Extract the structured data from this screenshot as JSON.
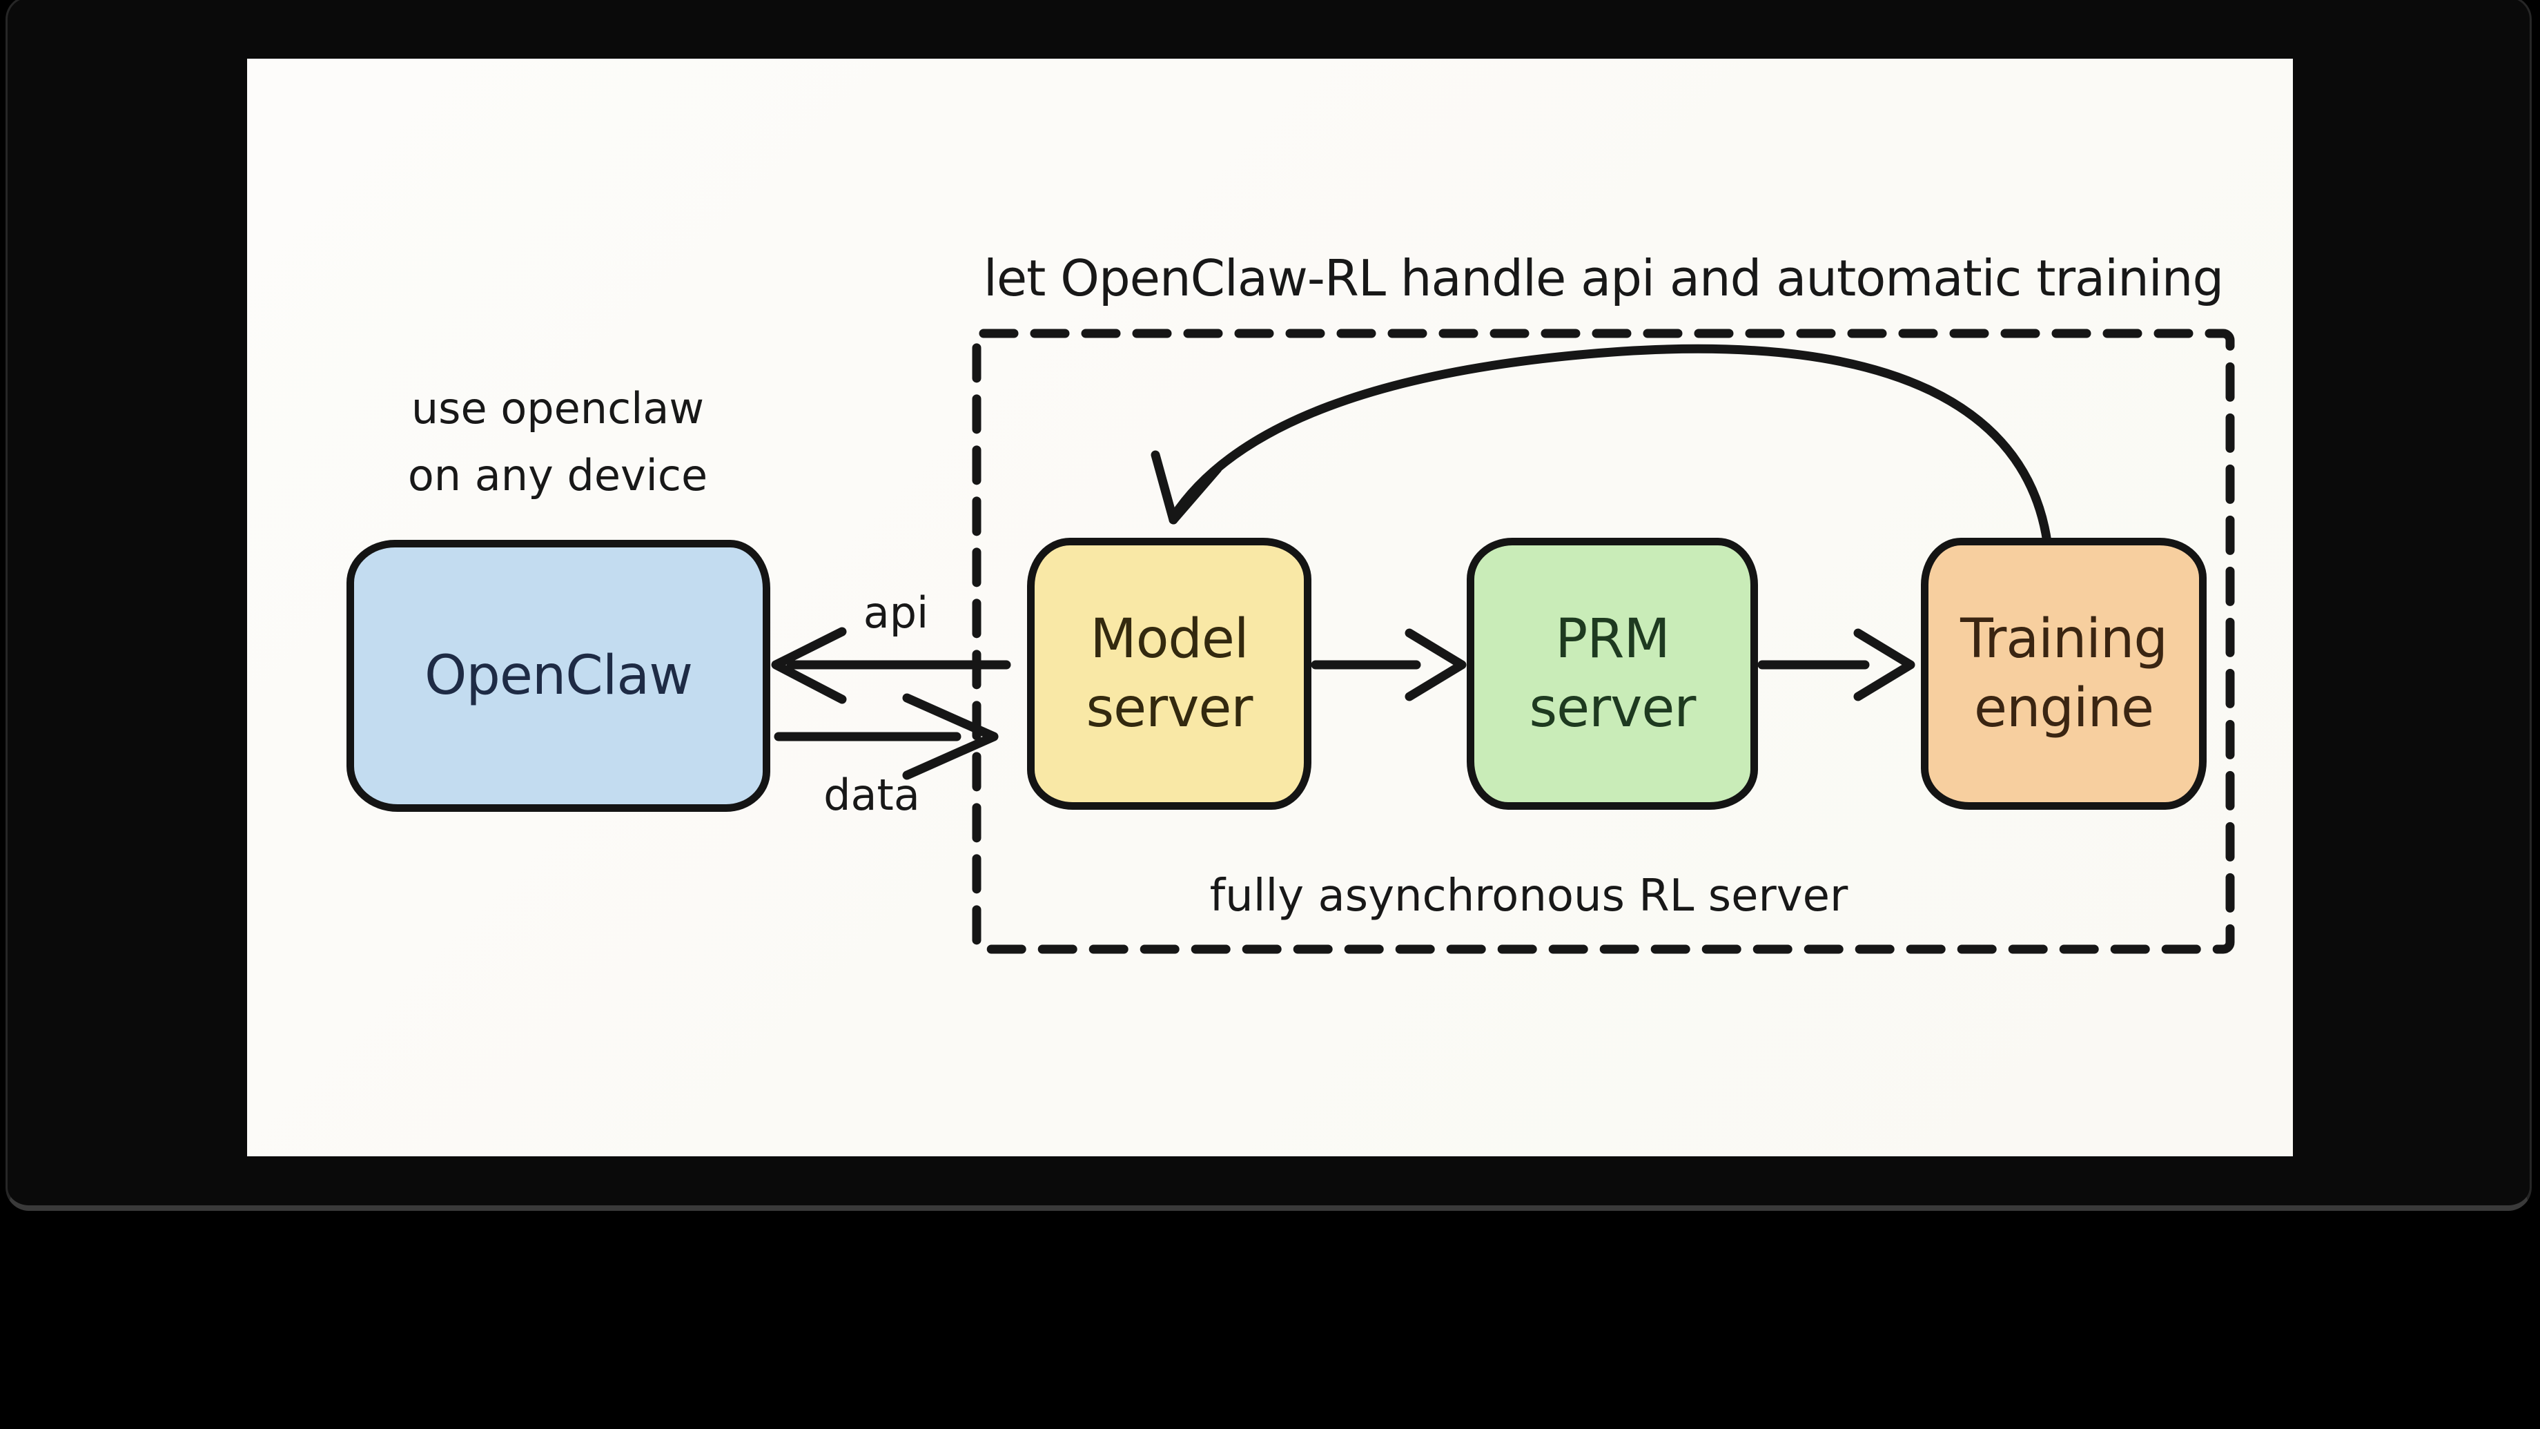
{
  "title": {
    "text": "let OpenClaw-RL handle api and automatic training"
  },
  "device_note": {
    "line1": "use openclaw",
    "line2": "on any device"
  },
  "boxes": {
    "openclaw": {
      "label": "OpenClaw",
      "fill": "#c3dcf0"
    },
    "model_server": {
      "line1": "Model",
      "line2": "server",
      "fill": "#f9e8a6"
    },
    "prm_server": {
      "line1": "PRM",
      "line2": "server",
      "fill": "#c9ecb8"
    },
    "training_engine": {
      "line1": "Training",
      "line2": "engine",
      "fill": "#f7cf9f"
    }
  },
  "edge_labels": {
    "api": "api",
    "data": "data"
  },
  "rl_server_caption": "fully asynchronous RL server",
  "colors": {
    "ink": "#161616",
    "canvas": "#fbfaf6",
    "letterbox": "#000000",
    "player_window": "#0a0a0a"
  }
}
